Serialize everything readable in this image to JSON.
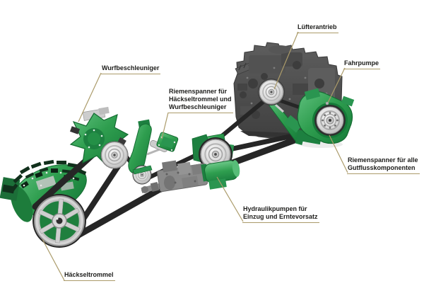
{
  "diagram_title": "Drive system component diagram (forage harvester)",
  "labels": {
    "luefterantrieb": "Lüfterantrieb",
    "fahrpumpe": "Fahrpumpe",
    "wurfbeschleuniger": "Wurfbeschleuniger",
    "riemenspanner_drum": "Riemenspanner für\nHäckseltrommel und\nWurfbeschleuniger",
    "riemenspanner_gutfluss": "Riemenspanner für alle\nGutflusskomponenten",
    "hydraulikpumpen": "Hydraulikpumpen für\nEinzug und Erntevorsatz",
    "haeckseltrommel": "Häckseltrommel"
  },
  "components": [
    "engine-block",
    "fan-drive-pulley",
    "drive-pump",
    "crop-flow-tensioner",
    "crop-accelerator",
    "drum-accelerator-tensioner",
    "crop-flow-pulley",
    "hydraulic-pumps",
    "chopping-drum",
    "drive-belts"
  ],
  "colors": {
    "background": "#ffffff",
    "label_text": "#1d1d1b",
    "leader_line": "#ab9b6a",
    "machine_green": "#2f9e4f",
    "machine_green_dark": "#157a38",
    "machine_green_light": "#5fc07e",
    "pulley_silver": "#d8d8d8",
    "engine_gray": "#4c4c4c",
    "gearbox_gray": "#8a8a8a",
    "belt_black": "#262626"
  }
}
